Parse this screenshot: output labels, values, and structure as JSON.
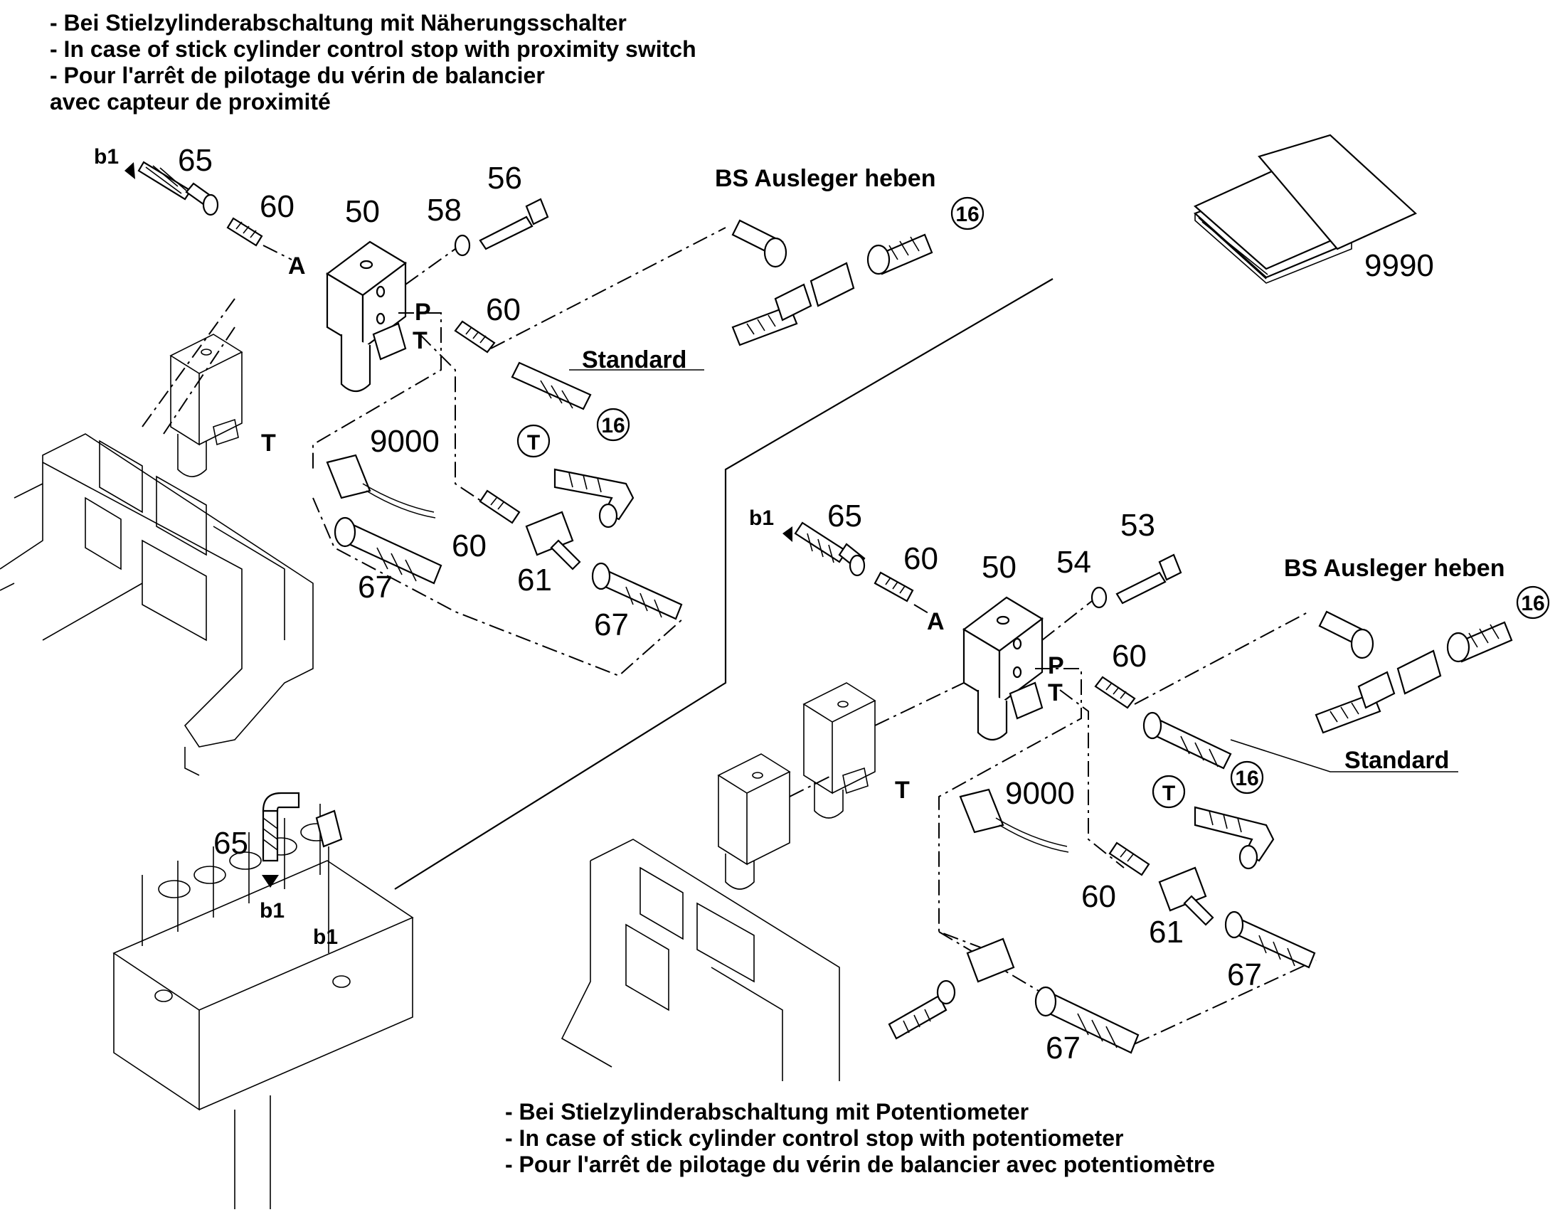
{
  "captions": {
    "top": [
      "- Bei Stielzylinderabschaltung mit Näherungsschalter",
      "- In case of stick cylinder control stop with proximity switch",
      "- Pour l'arrêt de pilotage du vérin de balancier",
      "avec capteur de proximité"
    ],
    "bottom": [
      "- Bei Stielzylinderabschaltung mit Potentiometer",
      "- In case of stick cylinder control stop with potentiometer",
      "- Pour l'arrêt de pilotage du vérin de balancier avec potentiomètre"
    ]
  },
  "labels": {
    "bs_ausleger_heben": "BS Ausleger heben",
    "standard": "Standard",
    "b1": "b1",
    "port_a": "A",
    "port_p": "P",
    "port_t": "T",
    "ref_16": "16",
    "ref_t": "T"
  },
  "part_numbers": {
    "p65": "65",
    "p60": "60",
    "p50": "50",
    "p58": "58",
    "p56": "56",
    "p53": "53",
    "p54": "54",
    "p61": "61",
    "p67": "67",
    "p9000": "9000",
    "p9990": "9990"
  }
}
